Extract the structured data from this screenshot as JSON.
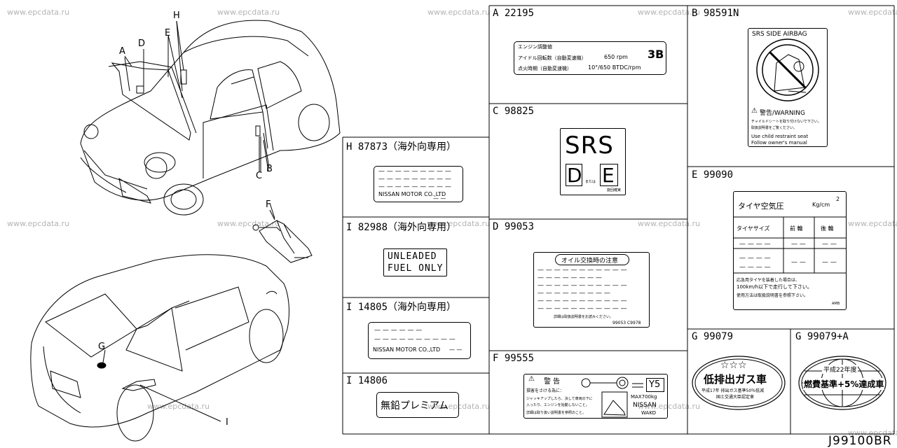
{
  "watermark": "www.epcdata.ru",
  "drawing_number": "J99100BR",
  "callouts": {
    "a": "A",
    "b": "B",
    "c": "C",
    "d": "D",
    "e": "E",
    "f": "F",
    "g": "G",
    "h": "H",
    "i": "I"
  },
  "panels": {
    "h": {
      "title": "H 87873（海外向専用）",
      "dashes1": "— — — — — — — — —",
      "dashes2": "— — — — — — — — —",
      "dashes3": "— — — — — — — — —",
      "maker": "NISSAN MOTOR CO.,LTD",
      "tail": "— —"
    },
    "i1": {
      "title": "I 82988（海外向専用）",
      "line1": "UNLEADED",
      "line2": "FUEL ONLY"
    },
    "i2": {
      "title": "I 14805（海外向専用）",
      "dashes1": "— — — — — —",
      "dashes2": "— — — — — — — — — —",
      "maker": "NISSAN MOTOR CO.,LTD",
      "tail": "— —"
    },
    "i3": {
      "title": "I 14806",
      "text": "無鉛プレミアム"
    },
    "a": {
      "title": "A 22195",
      "head": "エンジン調整値",
      "row1_label": "アイドル回転数（自動変速機）",
      "row1_value": "650 rpm",
      "row2_label": "点火時期（自動変速機）",
      "row2_value": "10°/650 BTDC/rpm",
      "badge": "3B"
    },
    "c": {
      "title": "C 98825",
      "srs": "SRS",
      "d": "D",
      "e": "E",
      "small1": "または",
      "small2": "旋回確実"
    },
    "d": {
      "title": "D 99053",
      "head": "オイル交換時の注意",
      "foot": "詳細は取扱説明書をお読みください。",
      "code": "99053 C9978"
    },
    "f": {
      "title": "F 99555",
      "warn": "警 告",
      "line0": "損害をさける為に：",
      "line1": "ジャッキアップしたら、決して車両の下に",
      "line2": "入ったり、エンジンを始動しないこと。",
      "line3": "詳細は取り扱い説明書を参照のこと。",
      "y5": "Y5",
      "max": "MAX700kg",
      "nissan": "NISSAN",
      "wako": "WAKO"
    },
    "b": {
      "title": "B 98591N",
      "head": "SRS SIDE AIRBAG",
      "warn": "警告/WARNING",
      "jp1": "チャイルドシートを取り付けないで下さい。",
      "jp2": "取扱説明書をご覧ください。",
      "en1": "Use child restraint seat",
      "en2": "Follow owner's manual"
    },
    "e": {
      "title": "E 99090",
      "head": "タイヤ空気圧",
      "unit": "Kg/cm",
      "sup": "2",
      "col1": "タイヤサイズ",
      "col2": "前 輪",
      "col3": "後 輪",
      "dash4": "— — — —",
      "dash2": "— —",
      "note1": "応急用タイヤを装着した場合は、",
      "note2": "100km/h以下で走行して下さい。",
      "note3": "使用方法は取扱説明書を参照下さい。",
      "mark": "AMB"
    },
    "g1": {
      "title": "G 99079",
      "stars": "☆☆☆",
      "main": "低排出ガス車",
      "sub1": "平成17年 排出ガス基準50％低減",
      "sub2": "国土交通大臣認定車"
    },
    "g2": {
      "title": "G 99079+A",
      "year": "平成22年度",
      "main": "燃費基準+5%達成車"
    }
  }
}
